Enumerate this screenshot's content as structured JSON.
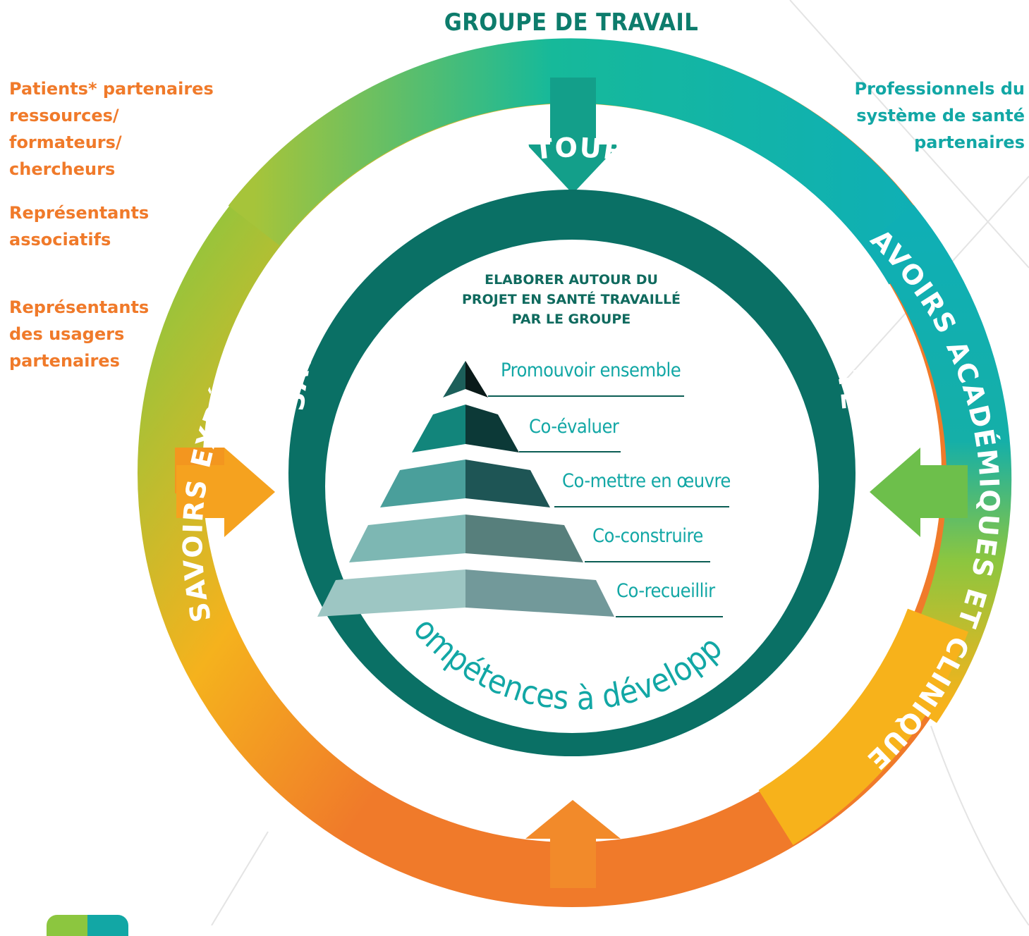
{
  "header": {
    "title": "GROUPE DE TRAVAIL"
  },
  "left_labels": {
    "patients": "Patients* partenaires\nressources/\nformateurs/\nchercheurs",
    "associatifs": "Représentants\nassociatifs",
    "usagers": "Représentants\ndes usagers\npartenaires"
  },
  "right_labels": {
    "professionnels": "Professionnels du\nsystème de santé\npartenaires"
  },
  "ring_texts": {
    "experientiels": "SAVOIRS EXPÉRIENTIELS",
    "academiques": "SAVOIRS  ACADÉMIQUES ET CLINIQUES",
    "hybrides": "SAVOIRS HYBRIDES AUTOUR DU PROJET EN SANTÉ"
  },
  "center": {
    "title": "ELABORER AUTOUR DU\nPROJET EN SANTÉ TRAVAILLÉ\nPAR LE GROUPE",
    "competences": "Compétences à développer"
  },
  "pyramid_levels": [
    {
      "label": "Promouvoir ensemble"
    },
    {
      "label": "Co-évaluer"
    },
    {
      "label": "Co-mettre en œuvre"
    },
    {
      "label": "Co-construire"
    },
    {
      "label": "Co-recueillir"
    }
  ],
  "colors": {
    "orange": "#f07a2a",
    "teal_dark": "#0a7065",
    "teal": "#12a7a5",
    "green": "#8cc63f",
    "yellow": "#f5b21d"
  }
}
